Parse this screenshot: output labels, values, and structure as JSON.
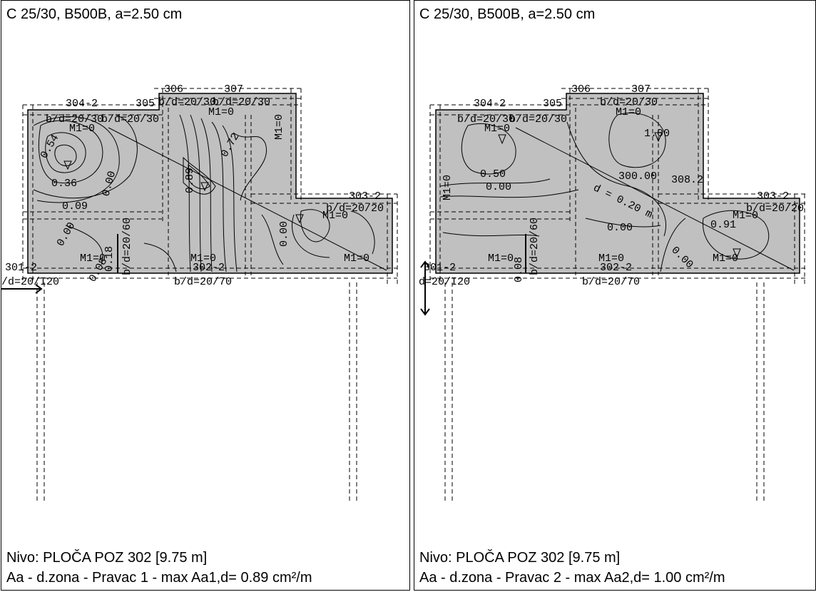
{
  "left_panel": {
    "header": "C 25/30, B500B, a=2.50 cm",
    "level": "Nivo: PLOČA POZ 302 [9.75 m]",
    "result": "Aa - d.zona - Pravac 1 - max Aa1,d= 0.89 cm²/m",
    "labels": {
      "beam_304": "304-2",
      "beam_306": "306",
      "beam_307": "307",
      "beam_305": "305",
      "beam_303": "303-2",
      "beam_301": "301-2",
      "beam_302": "302-2",
      "bd_2030_a": "b/d=20/30",
      "bd_2030_b": "b/d=20/30",
      "bd_2030_c": "b/d=20/30",
      "bd_2030_d": "b/d=20/30",
      "bd_2060": "b/d=20/60",
      "bd_2070": "b/d=20/70",
      "bd_2020_right": "b/d=20/20",
      "bd_2020_left": "/d=20/I20",
      "m1_a": "M1=0",
      "m1_b": "M1=0",
      "m1_c": "M1=0",
      "m1_d": "M1=0",
      "m1_e": "M1=0",
      "m1_f": "M1=0",
      "m1_g": "M1=0",
      "iso_054": "0.54",
      "iso_036": "0.36",
      "iso_009": "0.09",
      "iso_000a": "0.00",
      "iso_000b": "0.00",
      "iso_000c": "0.00",
      "iso_072": "0.72",
      "iso_089": "0.89",
      "iso_018": "0.18",
      "iso_008": "0.08"
    }
  },
  "right_panel": {
    "header": "C 25/30, B500B, a=2.50 cm",
    "level": "Nivo: PLOČA POZ 302 [9.75 m]",
    "result": "Aa - d.zona - Pravac 2 - max Aa2,d= 1.00 cm²/m",
    "labels": {
      "beam_304": "304-2",
      "beam_306": "306",
      "beam_307": "307",
      "beam_305": "305",
      "beam_303": "303-2",
      "beam_301": "301-2",
      "beam_302": "302-2",
      "bd_2030_a": "b/d=20/30",
      "bd_2030_b": "b/d=20/30",
      "bd_2030_c": "b/d=20/30",
      "bd_2060": "b/d=20/60",
      "bd_2070": "b/d=20/70",
      "bd_2020_right": "b/d=20/20",
      "bd_2020_left": "d=20/I20",
      "m1_a": "M1=0",
      "m1_b": "M1=0",
      "m1_c": "M1=0",
      "m1_d": "M1=0",
      "m1_e": "M1=0",
      "m1_f": "M1=0",
      "m1_g": "M1=0",
      "iso_100": "1.00",
      "iso_050": "0.50",
      "iso_000a": "0.00",
      "iso_000b": "0.00",
      "iso_000c": "0.00",
      "iso_091": "0.91",
      "iso_008": "0.08",
      "iso_300": "300.00",
      "diag": "d = 0.20 m",
      "beam_308": "308.2"
    }
  },
  "colors": {
    "slab_fill": "#c0c0c0",
    "line": "#000000",
    "background": "#ffffff"
  },
  "icons": {
    "left_arrow": "arrow-right-icon",
    "right_arrow": "arrow-vertical-icon"
  }
}
